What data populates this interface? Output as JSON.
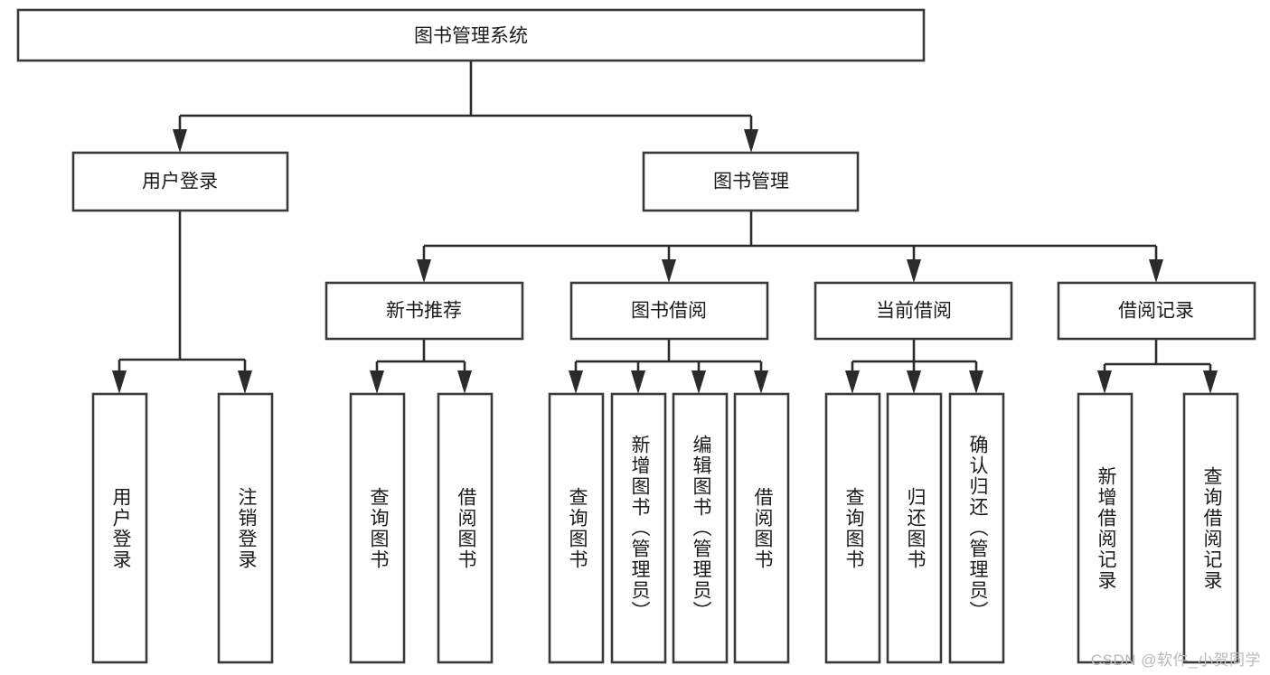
{
  "diagram": {
    "title": "图书管理系统",
    "type": "hierarchy-tree",
    "root": {
      "label": "图书管理系统"
    },
    "level2": [
      {
        "label": "用户登录"
      },
      {
        "label": "图书管理"
      }
    ],
    "level3": [
      {
        "label": "新书推荐"
      },
      {
        "label": "图书借阅"
      },
      {
        "label": "当前借阅"
      },
      {
        "label": "借阅记录"
      }
    ],
    "leaves": {
      "user_login": [
        {
          "label": "用户登录"
        },
        {
          "label": "注销登录"
        }
      ],
      "new_book_recommend": [
        {
          "label": "查询图书"
        },
        {
          "label": "借阅图书"
        }
      ],
      "book_borrow": [
        {
          "label": "查询图书"
        },
        {
          "label": "新增图书（管理员）"
        },
        {
          "label": "编辑图书（管理员）"
        },
        {
          "label": "借阅图书"
        }
      ],
      "current_borrow": [
        {
          "label": "查询图书"
        },
        {
          "label": "归还图书"
        },
        {
          "label": "确认归还（管理员）"
        }
      ],
      "borrow_record": [
        {
          "label": "新增借阅记录"
        },
        {
          "label": "查询借阅记录"
        }
      ]
    }
  },
  "watermark": {
    "text": "CSDN @软件_小贺同学"
  },
  "colors": {
    "box_stroke": "#3a3a3a",
    "connector": "#2b2b2b",
    "text": "#1b1b1b",
    "background": "#ffffff",
    "watermark": "#b9b9b9"
  }
}
